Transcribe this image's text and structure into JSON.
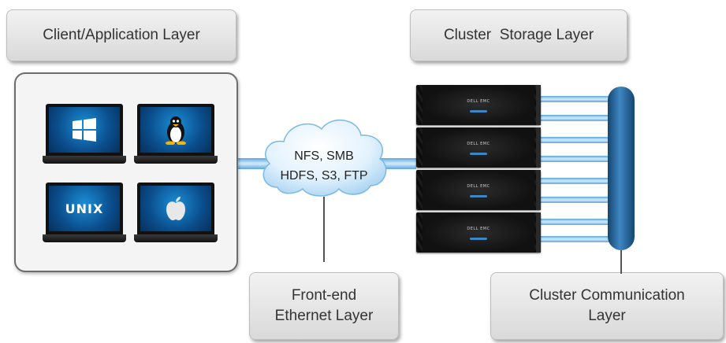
{
  "labels": {
    "client_layer": "Client/Application Layer",
    "storage_layer": "Cluster  Storage Layer",
    "frontend_line1": "Front-end",
    "frontend_line2": "Ethernet Layer",
    "comm_line1": "Cluster Communication",
    "comm_line2": "Layer"
  },
  "cloud": {
    "line1": "NFS, SMB",
    "line2": "HDFS, S3, FTP"
  },
  "clients": [
    {
      "os": "windows-icon"
    },
    {
      "os": "linux-icon"
    },
    {
      "os": "unix-icon",
      "text": "UNIX"
    },
    {
      "os": "apple-icon"
    }
  ],
  "nodes": [
    {
      "brand": "DELL EMC"
    },
    {
      "brand": "DELL EMC"
    },
    {
      "brand": "DELL EMC"
    },
    {
      "brand": "DELL EMC"
    }
  ],
  "colors": {
    "link_blue": "#8fc3ea",
    "link_dark": "#3d86c6",
    "backplane": "#1f5f92",
    "node_black": "#121212"
  }
}
